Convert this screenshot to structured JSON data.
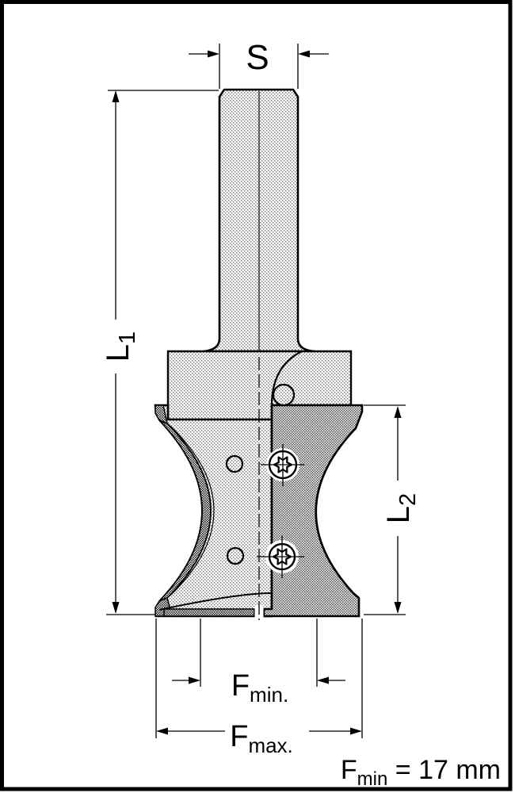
{
  "drawing": {
    "kind": "technical-dimension-drawing",
    "subject": "radius / bull-nose router cutter with shank, replaceable insert and two torx screws",
    "colors": {
      "line": "#000000",
      "background": "#ffffff",
      "hatch_light": "#dadada",
      "hatch_dark": "#9b9b9b",
      "hatch_insert": "#7f7f7f"
    }
  },
  "dimensions": {
    "s": {
      "main": "S",
      "sub": ""
    },
    "l1": {
      "main": "L",
      "sub": "1"
    },
    "l2": {
      "main": "L",
      "sub": "2"
    },
    "fmin": {
      "main": "F",
      "sub": "min."
    },
    "fmax": {
      "main": "F",
      "sub": "max."
    }
  },
  "note": {
    "main": "F",
    "sub": "min",
    "rest": " = 17 mm"
  }
}
